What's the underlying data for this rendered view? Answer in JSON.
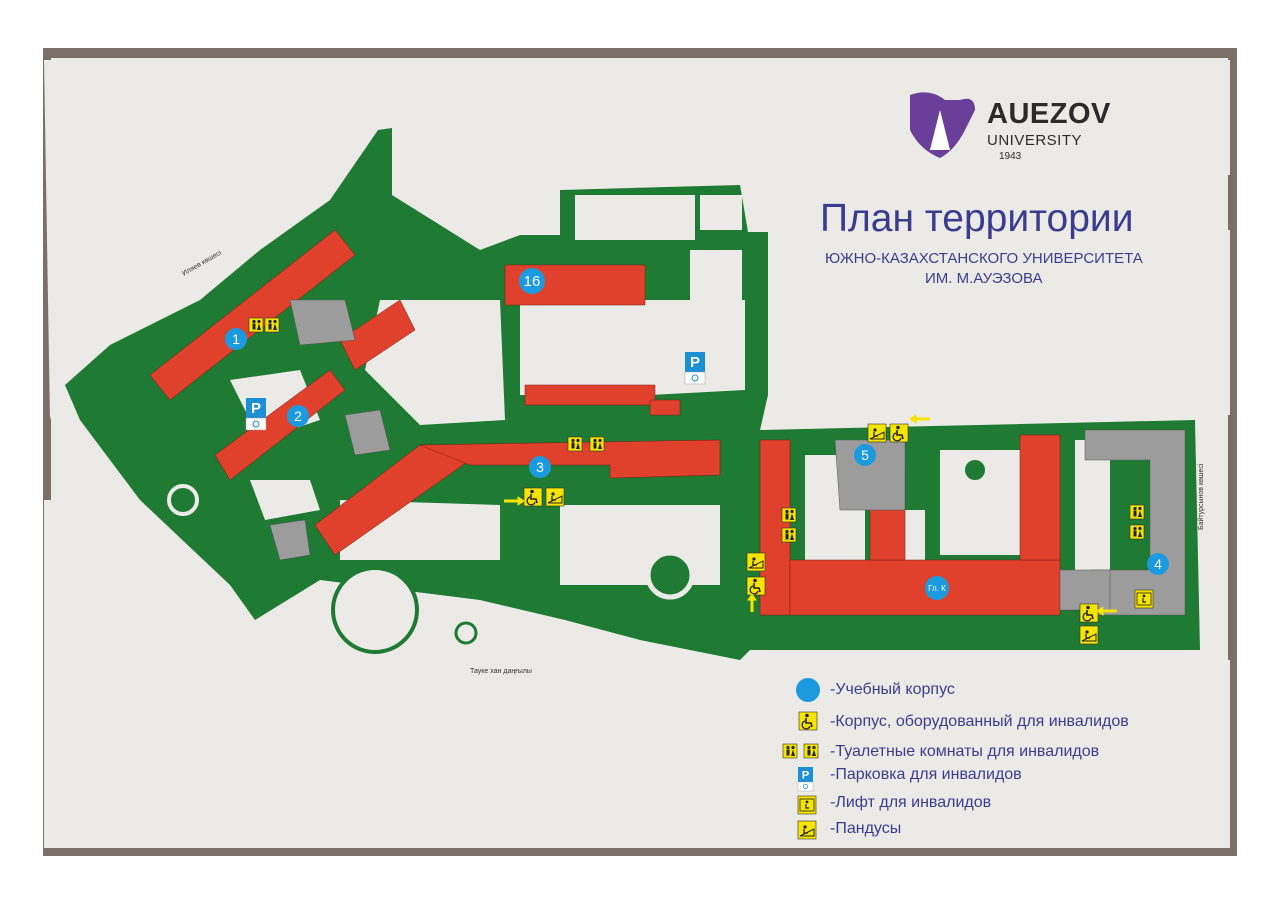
{
  "logo": {
    "word": "AUEZOV",
    "sub": "UNIVERSITY",
    "year": "1943"
  },
  "title": "План территории",
  "subtitle_line1": "ЮЖНО-КАЗАХСТАНСКОГО УНИВЕРСИТЕТА",
  "subtitle_line2": "ИМ. М.АУЭЗОВА",
  "buildings": [
    {
      "id": "1",
      "label": "1"
    },
    {
      "id": "2",
      "label": "2"
    },
    {
      "id": "3",
      "label": "3"
    },
    {
      "id": "4",
      "label": "4"
    },
    {
      "id": "5",
      "label": "5"
    },
    {
      "id": "16",
      "label": "16"
    },
    {
      "id": "main",
      "label": "Гл. К"
    }
  ],
  "streets": {
    "bottom": "Тауке хан даңғылы",
    "right": "Байтурсынов көшесі",
    "upper_left": "Иляев көшесі"
  },
  "legend": [
    {
      "icon": "study-building-icon",
      "text": "-Учебный корпус"
    },
    {
      "icon": "accessible-building-icon",
      "text": "-Корпус, оборудованный для инвалидов"
    },
    {
      "icon": "accessible-toilet-icon",
      "text": "-Туалетные комнаты для инвалидов"
    },
    {
      "icon": "accessible-parking-icon",
      "text": "-Парковка для инвалидов"
    },
    {
      "icon": "accessible-elevator-icon",
      "text": "-Лифт для инвалидов"
    },
    {
      "icon": "ramp-icon",
      "text": "-Пандусы"
    }
  ],
  "colors": {
    "green": "#1f7a33",
    "red": "#e0412c",
    "gray": "#9c9c9c",
    "blue": "#1c9ae0",
    "yellow": "#f5e400",
    "title": "#3a3d8f",
    "purple": "#6a3f99"
  }
}
